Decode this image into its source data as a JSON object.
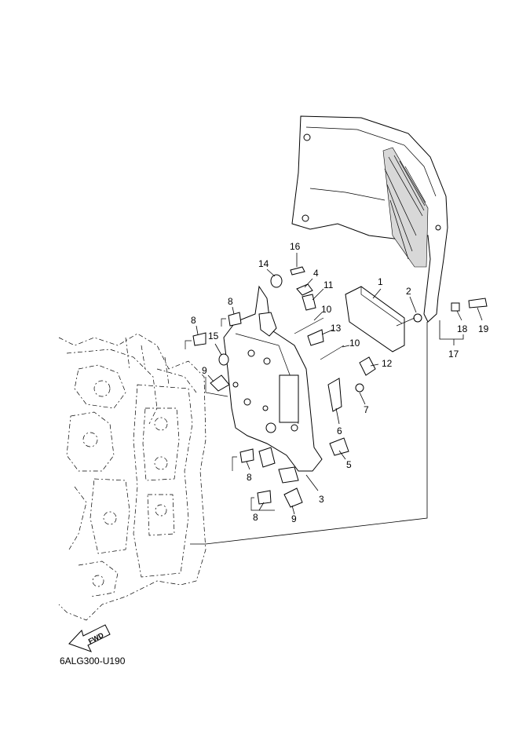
{
  "diagram": {
    "drawing_code": "6ALG300-U190",
    "fwd_label": "FWD",
    "callouts": {
      "c1": "1",
      "c2": "2",
      "c3": "3",
      "c4": "4",
      "c5": "5",
      "c6": "6",
      "c7": "7",
      "c8a": "8",
      "c8b": "8",
      "c8c": "8",
      "c8d": "8",
      "c9a": "9",
      "c9b": "9",
      "c10a": "10",
      "c10b": "10",
      "c11": "11",
      "c12": "12",
      "c13": "13",
      "c14": "14",
      "c15": "15",
      "c16": "16",
      "c17": "17",
      "c18": "18",
      "c19": "19"
    }
  }
}
